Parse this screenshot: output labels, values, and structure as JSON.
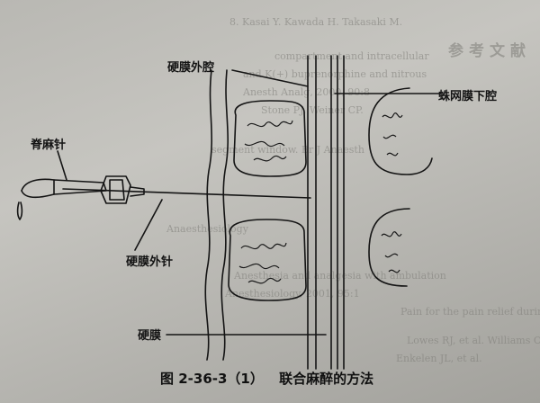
{
  "figure": {
    "labels": {
      "spinal_needle": "脊麻针",
      "epidural_space": "硬膜外腔",
      "subarachnoid_space": "蛛网膜下腔",
      "epidural_needle": "硬膜外针",
      "dura": "硬膜"
    },
    "caption": {
      "number": "图 2-36-3（1）",
      "title": "联合麻醉的方法"
    }
  },
  "background_text": {
    "right_header": "参考文献",
    "lines": [
      "8. Kasai Y. Kawada H. Takasaki M.",
      "compartment and intracellular",
      "and K(+) buprenorphine and nitrous",
      "Anesth Analg, 2000, 90:8",
      "Stone PJ, Weiner CP.",
      "segment window. Br J Anaesth",
      "Anaesthesiology",
      "Anesthesia and analgesia with ambulation",
      "Anesthesiology, 2001, 95:1",
      "Pain for the pain relief during labour",
      "Lowes RJ, et al. Williams Ob.",
      "Enkelen JL, et al."
    ]
  },
  "colors": {
    "paper": "#bdbcb7",
    "ink": "#141414",
    "faint_ink": "#7d7c77"
  }
}
